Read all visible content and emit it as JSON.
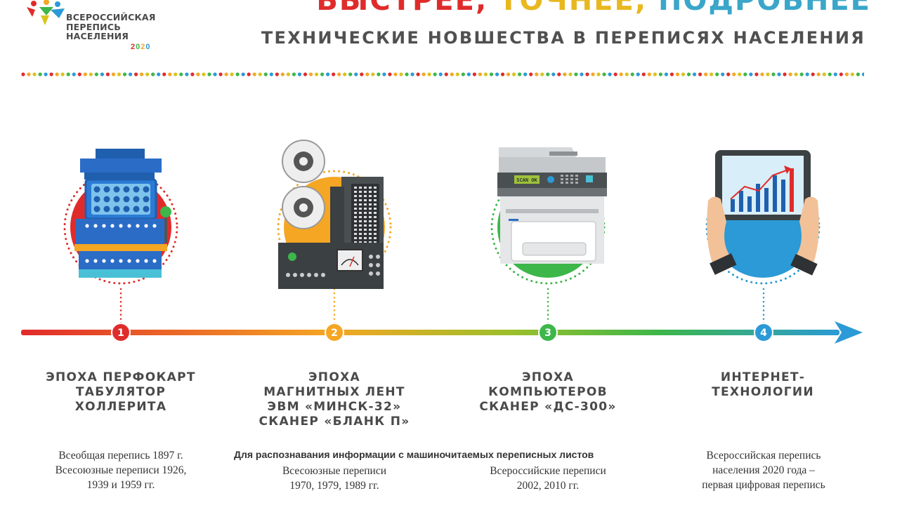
{
  "header": {
    "logo_line1": "ВСЕРОССИЙСКАЯ",
    "logo_line2": "ПЕРЕПИСЬ",
    "logo_line3": "НАСЕЛЕНИЯ",
    "logo_year": "2020",
    "title_word1": "БЫСТРЕЕ,",
    "title_word2": "ТОЧНЕЕ,",
    "title_word3": "ПОДРОБНЕЕ",
    "subtitle": "ТЕХНИЧЕСКИЕ НОВШЕСТВА В ПЕРЕПИСЯХ НАСЕЛЕНИЯ"
  },
  "scanner_screen_text": "SCAN OK",
  "timeline": {
    "steps": [
      {
        "number": "1",
        "color": "#e02b2b",
        "title_lines": [
          "ЭПОХА ПЕРФОКАРТ",
          "ТАБУЛЯТОР",
          "ХОЛЛЕРИТА"
        ],
        "desc_lines": [
          "Всеобщая перепись 1897 г.",
          "Всесоюзные переписи 1926,",
          "1939 и 1959 гг."
        ]
      },
      {
        "number": "2",
        "color": "#f5a623",
        "title_lines": [
          "ЭПОХА",
          "МАГНИТНЫХ ЛЕНТ",
          "ЭВМ «МИНСК-32»",
          "СКАНЕР «БЛАНК П»"
        ],
        "desc_lines": [
          "Всесоюзные переписи",
          "1970, 1979, 1989 гг."
        ]
      },
      {
        "number": "3",
        "color": "#3db64a",
        "title_lines": [
          "ЭПОХА",
          "КОМПЬЮТЕРОВ",
          "СКАНЕР «ДС-300»"
        ],
        "desc_lines": [
          "Всероссийские переписи",
          "2002, 2010 гг."
        ]
      },
      {
        "number": "4",
        "color": "#2b9ad6",
        "title_lines": [
          "ИНТЕРНЕТ-",
          "ТЕХНОЛОГИИ"
        ],
        "desc_lines": [
          "Всероссийская перепись",
          "населения 2020 года –",
          "первая цифровая перепись"
        ]
      }
    ],
    "common_note": "Для распознавания информации с машиночитаемых переписных листов"
  },
  "colors": {
    "red": "#e02b2b",
    "orange": "#f5a623",
    "yellow": "#d9c31d",
    "green": "#3db64a",
    "blue": "#2b9ad6"
  }
}
